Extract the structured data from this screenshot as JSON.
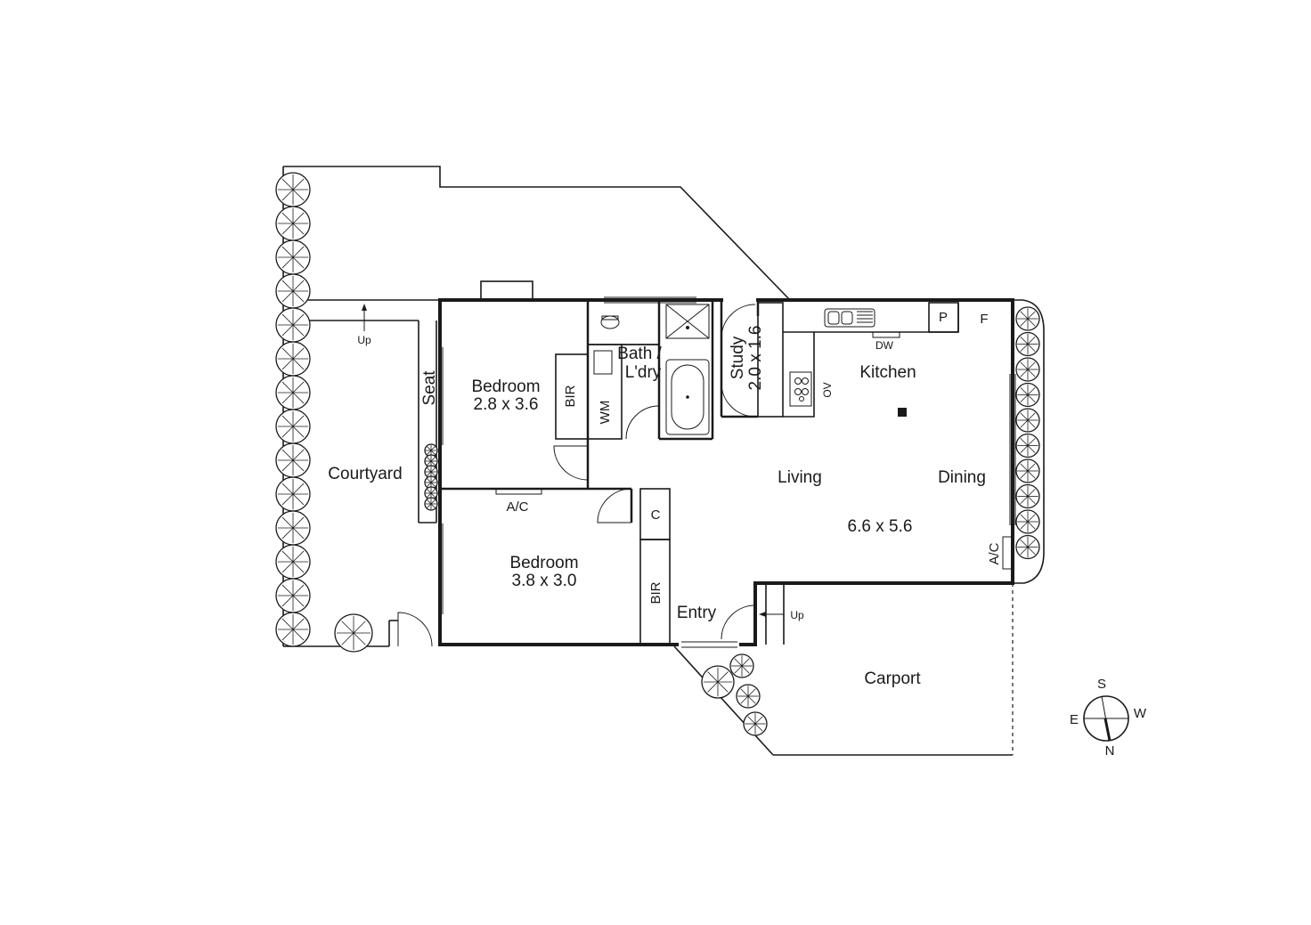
{
  "rooms": {
    "courtyard": "Courtyard",
    "seat": "Seat",
    "bedroom1_name": "Bedroom",
    "bedroom1_dim": "2.8 x 3.6",
    "bedroom2_name": "Bedroom",
    "bedroom2_dim": "3.8 x 3.0",
    "bath_line1": "Bath /",
    "bath_line2": "L'dry",
    "study_name": "Study",
    "study_dim": "2.0 x 1.6",
    "kitchen": "Kitchen",
    "living": "Living",
    "dining": "Dining",
    "living_dim": "6.6 x 5.6",
    "entry": "Entry",
    "carport": "Carport"
  },
  "fixtures": {
    "bir_1": "BIR",
    "bir_2": "BIR",
    "wm": "WM",
    "ac_1": "A/C",
    "ac_2": "A/C",
    "cupboard": "C",
    "pantry": "P",
    "fridge": "F",
    "dishwasher": "DW",
    "oven": "OV"
  },
  "stairs": {
    "courtyard_up": "Up",
    "entry_up": "Up"
  },
  "compass": {
    "s": "S",
    "w": "W",
    "e": "E",
    "n": "N"
  }
}
